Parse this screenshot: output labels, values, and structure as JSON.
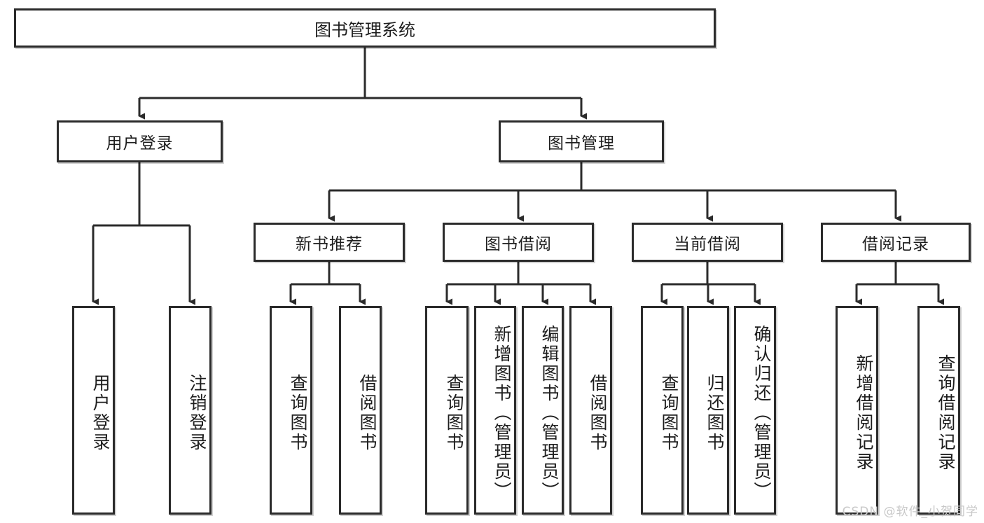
{
  "diagram": {
    "title": "图书管理系统",
    "type": "tree-hierarchy-chart",
    "root": {
      "label": "图书管理系统"
    },
    "level1": [
      {
        "label": "用户登录"
      },
      {
        "label": "图书管理"
      }
    ],
    "level2": [
      {
        "label": "新书推荐"
      },
      {
        "label": "图书借阅"
      },
      {
        "label": "当前借阅"
      },
      {
        "label": "借阅记录"
      }
    ],
    "leaves": {
      "user_login": [
        {
          "label": "用户登录"
        },
        {
          "label": "注销登录"
        }
      ],
      "new_book_recommend": [
        {
          "label": "查询图书"
        },
        {
          "label": "借阅图书"
        }
      ],
      "book_borrow": [
        {
          "label": "查询图书"
        },
        {
          "label": "新增图书（管理员）"
        },
        {
          "label": "编辑图书（管理员）"
        },
        {
          "label": "借阅图书"
        }
      ],
      "current_borrow": [
        {
          "label": "查询图书"
        },
        {
          "label": "归还图书"
        },
        {
          "label": "确认归还（管理员）"
        }
      ],
      "borrow_record": [
        {
          "label": "新增借阅记录"
        },
        {
          "label": "查询借阅记录"
        }
      ]
    }
  },
  "watermark": {
    "text": "CSDN @软件_小贺同学"
  },
  "colors": {
    "stroke": "#2b2b2b",
    "fill": "#ffffff",
    "text": "#1d1d1d",
    "watermark": "#c8c8c8"
  }
}
